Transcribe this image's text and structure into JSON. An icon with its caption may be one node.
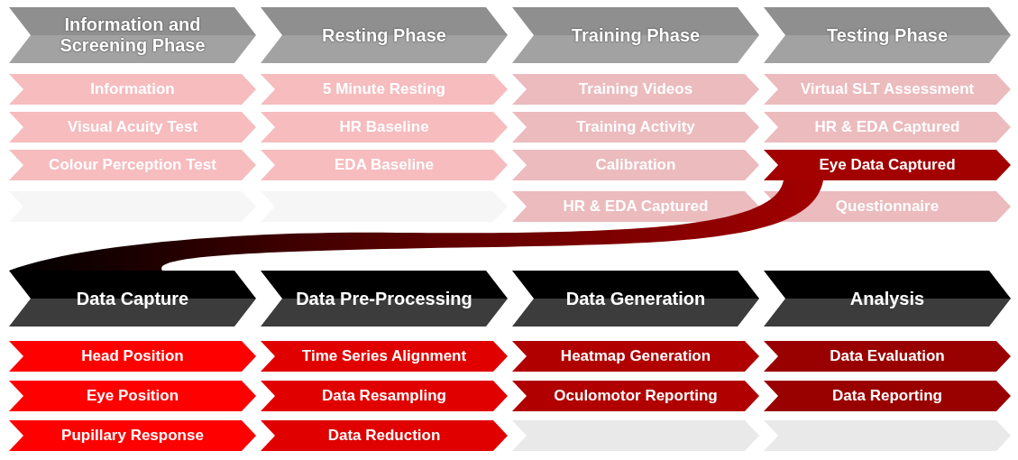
{
  "diagram": {
    "nodes": [
      {
        "text": [
          "Information and Screening Phase"
        ]
      },
      {
        "text": [
          "Resting Phase"
        ]
      },
      {
        "text": [
          "Training Phase"
        ]
      },
      {
        "text": [
          "Testing Phase"
        ]
      },
      {
        "text": [
          "Information"
        ]
      },
      {
        "text": [
          "5 Minute Resting"
        ]
      },
      {
        "text": [
          "Training Videos"
        ]
      },
      {
        "text": [
          "Virtual SLT Assessment"
        ]
      },
      {
        "text": [
          "Visual Acuity Test"
        ]
      },
      {
        "text": [
          "HR Baseline"
        ]
      },
      {
        "text": [
          "Training Activity"
        ]
      },
      {
        "text": [
          "HR & EDA Captured"
        ]
      },
      {
        "text": [
          "Colour Perception Test"
        ]
      },
      {
        "text": [
          "EDA Baseline"
        ]
      },
      {
        "text": [
          "Calibration"
        ]
      },
      {
        "text": [
          "Eye Data Captured"
        ]
      },
      {
        "text": [],
        "shape": "chevron"
      },
      {
        "text": [],
        "shape": "chevron"
      },
      {
        "text": [
          "HR & EDA Captured"
        ]
      },
      {
        "text": [
          "Questionnaire"
        ]
      },
      {
        "text": [
          "Data Capture"
        ]
      },
      {
        "text": [
          "Data Pre-Processing"
        ]
      },
      {
        "text": [
          "Data Generation"
        ]
      },
      {
        "text": [
          "Analysis"
        ]
      },
      {
        "text": [
          "Head Position"
        ]
      },
      {
        "text": [
          "Time Series Alignment"
        ]
      },
      {
        "text": [
          "Heatmap Generation"
        ]
      },
      {
        "text": [
          "Data Evaluation"
        ]
      },
      {
        "text": [
          "Eye Position"
        ]
      },
      {
        "text": [
          "Data Resampling"
        ]
      },
      {
        "text": [
          "Oculomotor Reporting"
        ]
      },
      {
        "text": [
          "Data Reporting"
        ]
      },
      {
        "text": [
          "Pupillary Response"
        ]
      },
      {
        "text": [
          "Data Reduction"
        ]
      },
      {
        "text": [],
        "shape": "chevron"
      },
      {
        "text": [],
        "shape": "chevron"
      }
    ],
    "edges": [
      {
        "from": 15,
        "to": 20,
        "arrow": "none"
      }
    ]
  }
}
